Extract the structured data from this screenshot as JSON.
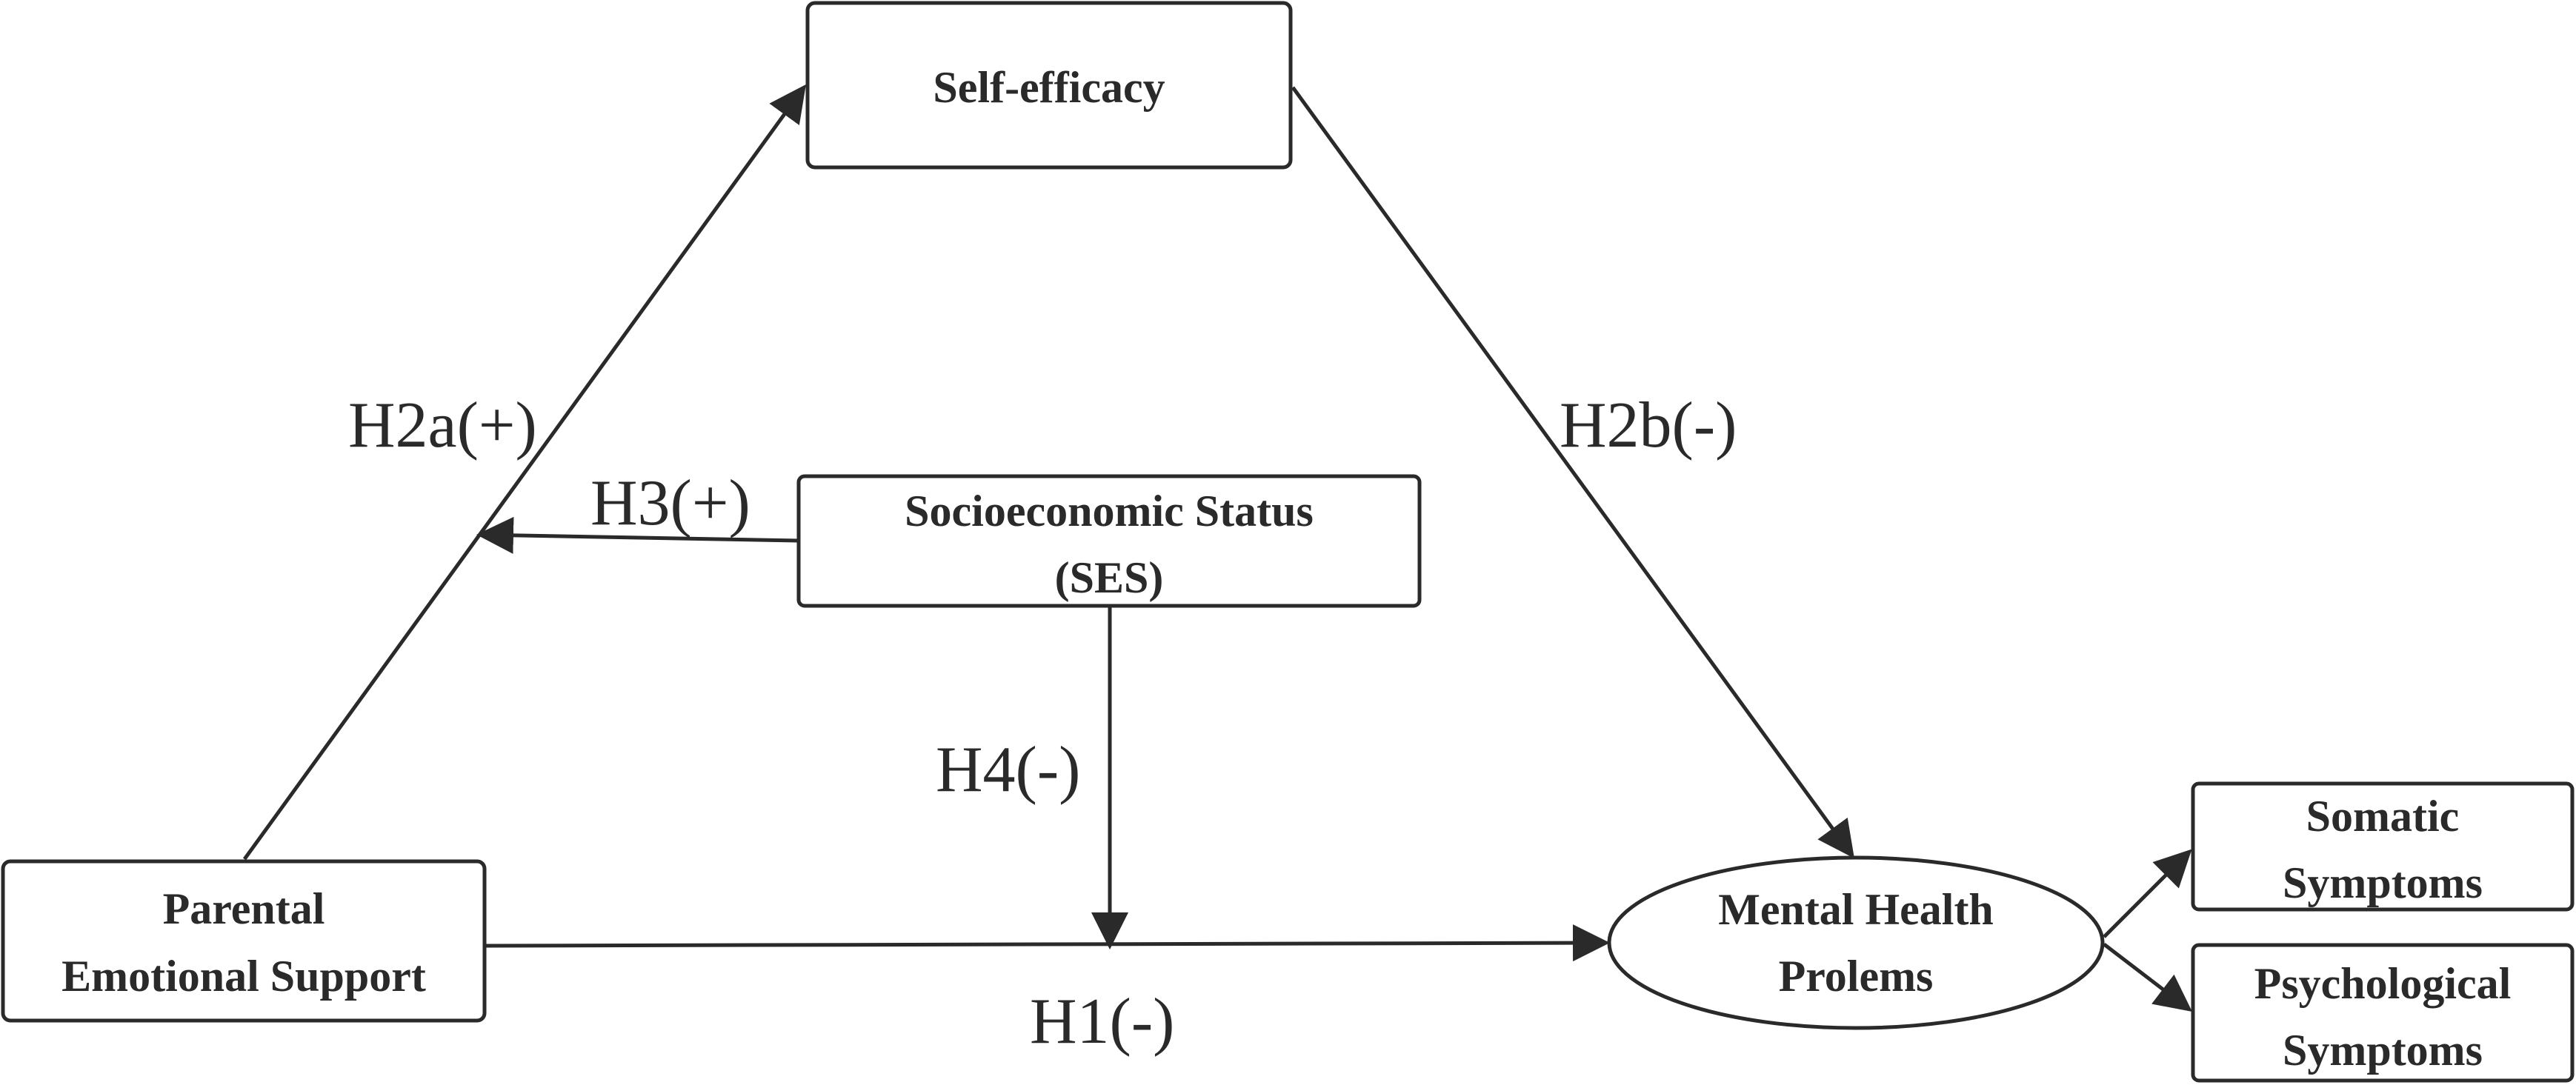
{
  "nodes": {
    "self_efficacy": {
      "lines": [
        "Self-efficacy"
      ]
    },
    "ses": {
      "lines": [
        "Socioeconomic Status",
        "(SES)"
      ]
    },
    "parental_support": {
      "lines": [
        "Parental",
        "Emotional Support"
      ]
    },
    "mental_health": {
      "lines": [
        "Mental Health",
        "Prolems"
      ]
    },
    "somatic": {
      "lines": [
        "Somatic",
        "Symptoms"
      ]
    },
    "psychological": {
      "lines": [
        "Psychological",
        "Symptoms"
      ]
    }
  },
  "hypotheses": {
    "h1": "H1(-)",
    "h2a": "H2a(+)",
    "h2b": "H2b(-)",
    "h3": "H3(+)",
    "h4": "H4(-)"
  },
  "colors": {
    "stroke": "#2a2a2a",
    "background": "#ffffff"
  }
}
